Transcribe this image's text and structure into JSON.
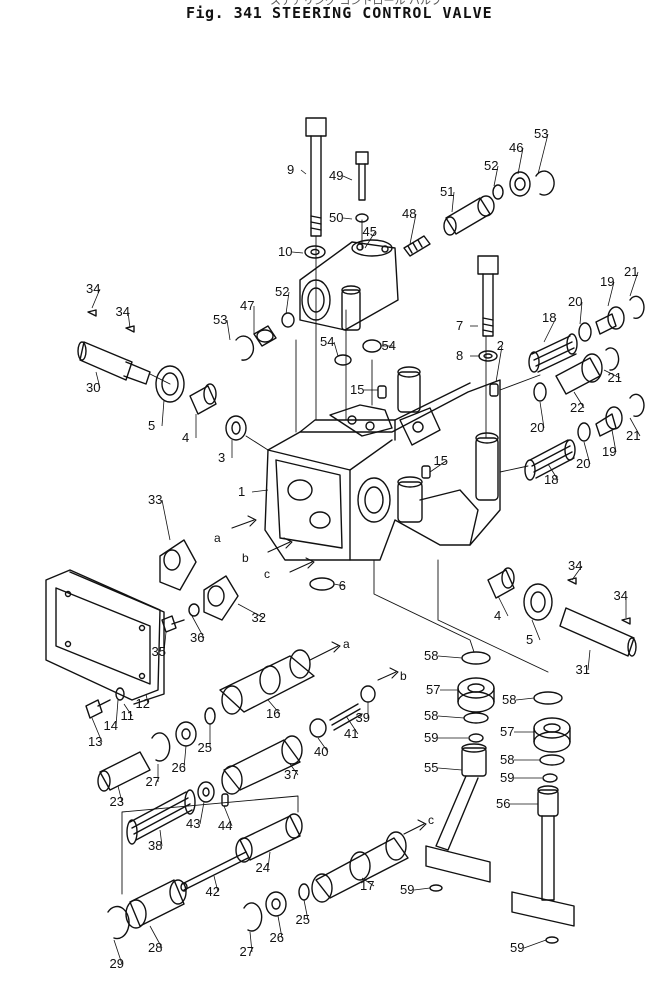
{
  "figure": {
    "number_label": "Fig. 341",
    "title": "STEERING CONTROL VALVE",
    "japanese_title_fragment": "ステアリング コントロール バルブ"
  },
  "part_numbers": [
    "1",
    "2",
    "3",
    "4",
    "5",
    "6",
    "7",
    "8",
    "9",
    "10",
    "11",
    "12",
    "13",
    "14",
    "15",
    "16",
    "17",
    "18",
    "19",
    "20",
    "21",
    "22",
    "23",
    "24",
    "25",
    "26",
    "27",
    "28",
    "29",
    "30",
    "31",
    "32",
    "33",
    "34",
    "35",
    "36",
    "37",
    "38",
    "39",
    "40",
    "41",
    "42",
    "43",
    "44",
    "45",
    "46",
    "47",
    "48",
    "49",
    "50",
    "51",
    "52",
    "53",
    "54",
    "55",
    "56",
    "57",
    "58",
    "59"
  ],
  "flow_labels": [
    "a",
    "b",
    "c"
  ]
}
